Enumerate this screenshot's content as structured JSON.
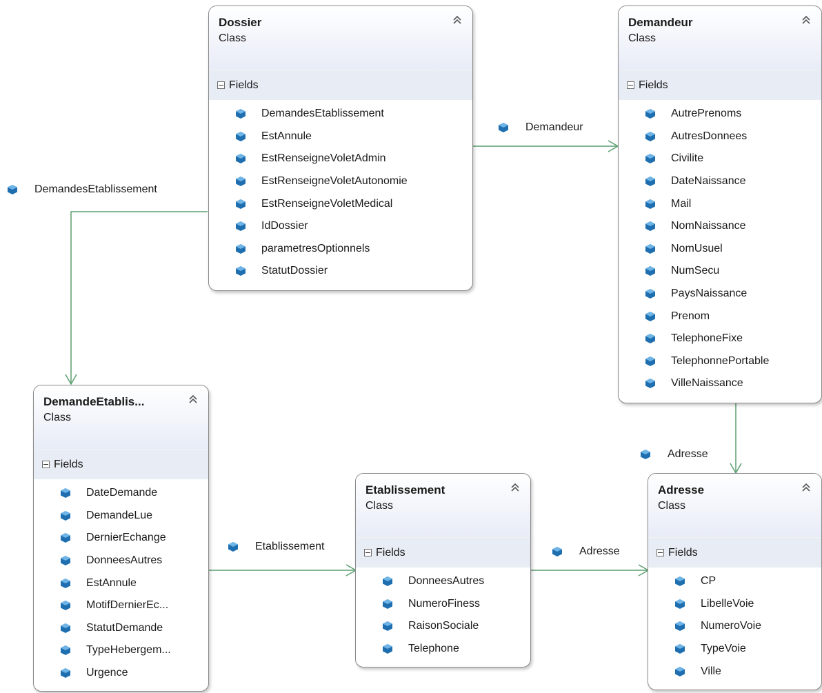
{
  "classes": {
    "dossier": {
      "name": "Dossier",
      "kind": "Class",
      "section": "Fields",
      "fields": [
        "DemandesEtablissement",
        "EstAnnule",
        "EstRenseigneVoletAdmin",
        "EstRenseigneVoletAutonomie",
        "EstRenseigneVoletMedical",
        "IdDossier",
        "parametresOptionnels",
        "StatutDossier"
      ]
    },
    "demandeur": {
      "name": "Demandeur",
      "kind": "Class",
      "section": "Fields",
      "fields": [
        "AutrePrenoms",
        "AutresDonnees",
        "Civilite",
        "DateNaissance",
        "Mail",
        "NomNaissance",
        "NomUsuel",
        "NumSecu",
        "PaysNaissance",
        "Prenom",
        "TelephoneFixe",
        "TelephonnePortable",
        "VilleNaissance"
      ]
    },
    "demande_etablissement": {
      "name": "DemandeEtablis...",
      "kind": "Class",
      "section": "Fields",
      "fields": [
        "DateDemande",
        "DemandeLue",
        "DernierEchange",
        "DonneesAutres",
        "EstAnnule",
        "MotifDernierEc...",
        "StatutDemande",
        "TypeHebergem...",
        "Urgence"
      ]
    },
    "etablissement": {
      "name": "Etablissement",
      "kind": "Class",
      "section": "Fields",
      "fields": [
        "DonneesAutres",
        "NumeroFiness",
        "RaisonSociale",
        "Telephone"
      ]
    },
    "adresse": {
      "name": "Adresse",
      "kind": "Class",
      "section": "Fields",
      "fields": [
        "CP",
        "LibelleVoie",
        "NumeroVoie",
        "TypeVoie",
        "Ville"
      ]
    }
  },
  "associations": {
    "dossier_demandeur": "Demandeur",
    "dossier_demandes": "DemandesEtablissement",
    "demande_etablissement": "Etablissement",
    "etablissement_adresse": "Adresse",
    "demandeur_adresse": "Adresse"
  },
  "colors": {
    "connector": "#5a9e6f",
    "field_icon": "#1f6fb0",
    "header_gradient_end": "#e8ecf7",
    "section_bg": "#e8ecf4",
    "border": "#8a8a8a"
  }
}
